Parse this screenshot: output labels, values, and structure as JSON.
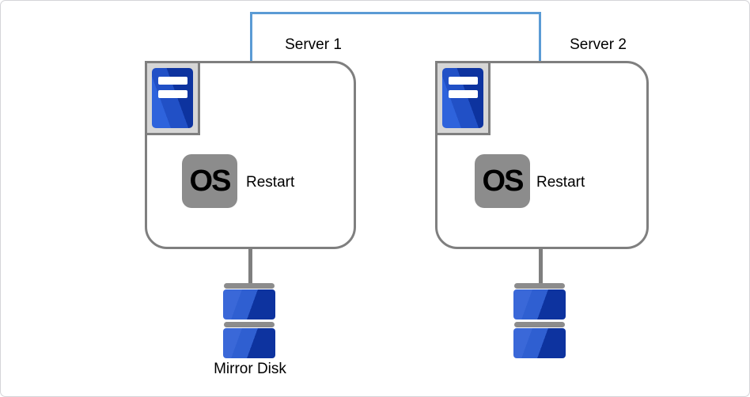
{
  "colors": {
    "accent_blue": "#5B9BD5",
    "border_gray": "#7F7F7F",
    "panel_gray": "#D6D6D6",
    "badge_gray": "#8C8C8C",
    "bar_gray": "#8C8C8C",
    "blue_light": "#2E63DC",
    "blue_mid": "#2150C6",
    "blue_dark": "#0D339F",
    "disk_blue_light": "#3A68D8",
    "disk_blue_mid": "#2F5FD1",
    "disk_blue_dark": "#0D339F",
    "text_black": "#000000",
    "frame_gray": "#D4D4D8"
  },
  "servers": [
    {
      "label": "Server 1",
      "os_badge": "OS",
      "action_label": "Restart"
    },
    {
      "label": "Server 2",
      "os_badge": "OS",
      "action_label": "Restart"
    }
  ],
  "disks": [
    {
      "label": "Mirror Disk"
    },
    {
      "label": ""
    }
  ]
}
